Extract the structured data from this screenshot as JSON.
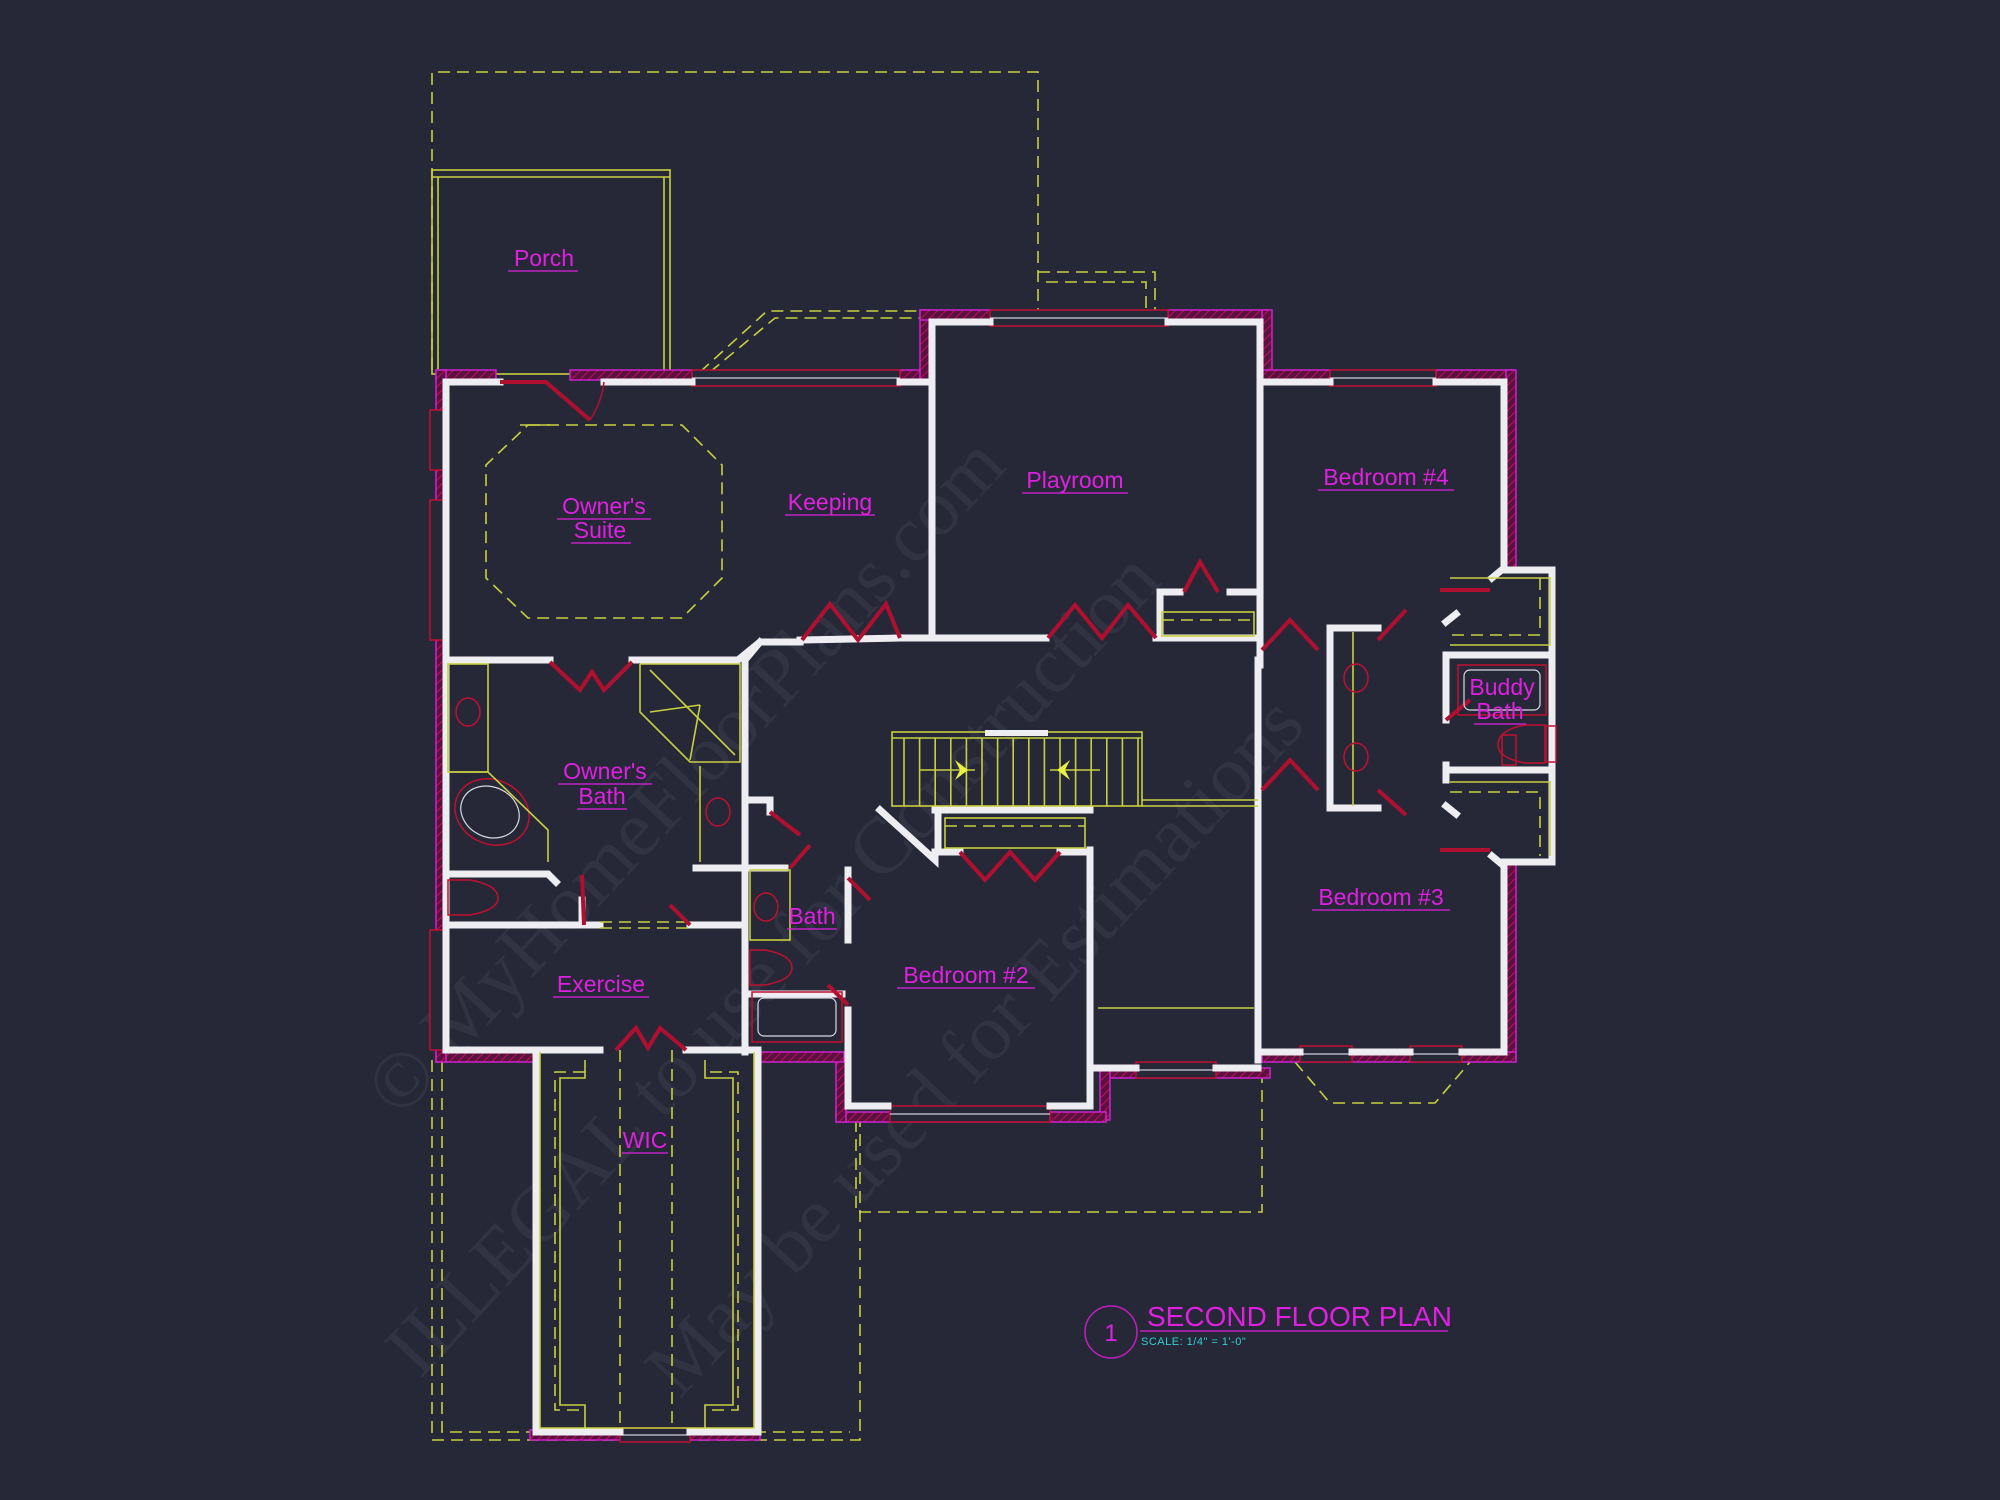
{
  "drawing": {
    "background": "#262838",
    "colors": {
      "walls": "#eeeef2",
      "labels": "#e020e0",
      "doors": "#b01030",
      "dashed_lines": "#c8d040",
      "scale_text": "#30d0d0"
    }
  },
  "rooms": [
    {
      "id": "porch",
      "label": "Porch"
    },
    {
      "id": "owners-suite",
      "label_line1": "Owner's",
      "label_line2": "Suite"
    },
    {
      "id": "keeping",
      "label": "Keeping"
    },
    {
      "id": "playroom",
      "label": "Playroom"
    },
    {
      "id": "bedroom-4",
      "label": "Bedroom #4"
    },
    {
      "id": "buddy-bath",
      "label_line1": "Buddy",
      "label_line2": "Bath"
    },
    {
      "id": "owners-bath",
      "label_line1": "Owner's",
      "label_line2": "Bath"
    },
    {
      "id": "bath",
      "label": "Bath"
    },
    {
      "id": "bedroom-2",
      "label": "Bedroom #2"
    },
    {
      "id": "bedroom-3",
      "label": "Bedroom #3"
    },
    {
      "id": "exercise",
      "label": "Exercise"
    },
    {
      "id": "wic",
      "label": "WIC"
    }
  ],
  "title_block": {
    "number": "1",
    "title": "SECOND FLOOR PLAN",
    "scale": "SCALE: 1/4\" = 1'-0\""
  },
  "watermark": {
    "line1": "© MyHomeFloorPlans.com",
    "line2": "ILLEGAL to use for Construction",
    "line3": "May be used for Estimations"
  }
}
